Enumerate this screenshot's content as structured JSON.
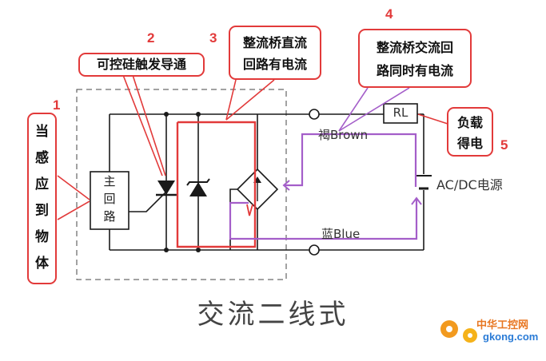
{
  "callouts": {
    "c1": {
      "num": "1",
      "chars": [
        "当",
        "感",
        "应",
        "到",
        "物",
        "体"
      ]
    },
    "c2": {
      "num": "2",
      "text": "可控硅触发导通"
    },
    "c3": {
      "num": "3",
      "line1": "整流桥直流",
      "line2": "回路有电流"
    },
    "c4": {
      "num": "4",
      "line1": "整流桥交流回",
      "line2": "路同时有电流"
    },
    "c5": {
      "num": "5",
      "line1": "负载",
      "line2": "得电"
    }
  },
  "circuit": {
    "main_circuit": [
      "主",
      "回",
      "路"
    ],
    "load": "RL",
    "brown_wire": "褐Brown",
    "blue_wire": "蓝Blue",
    "power_source": "AC/DC电源"
  },
  "caption": "交流二线式",
  "watermark": {
    "name": "中华工控网",
    "url": "gkong.com"
  },
  "colors": {
    "callout": "#e23a3a",
    "dc_path": "#e23a3a",
    "ac_path": "#a45ec9",
    "circuit": "#1a1a1a"
  }
}
